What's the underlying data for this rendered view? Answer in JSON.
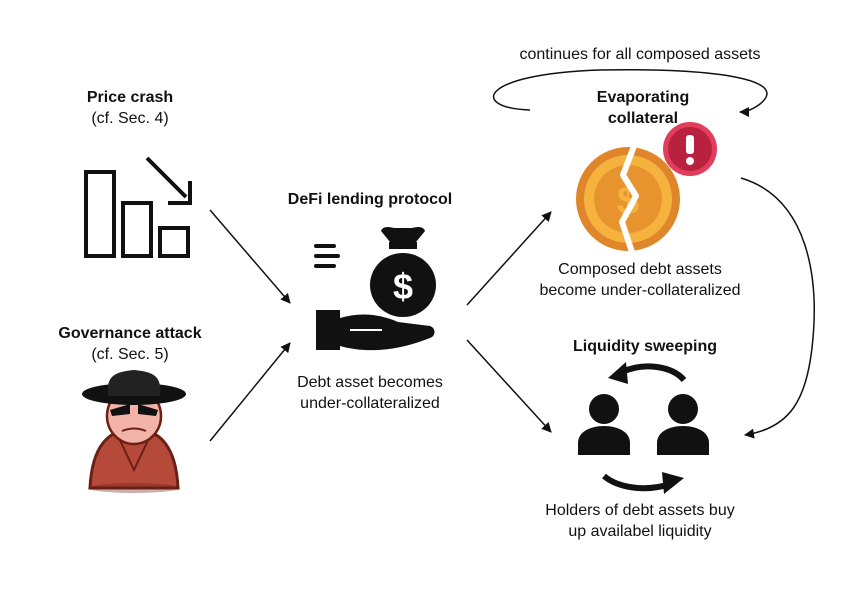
{
  "loop_note": "continues for all composed assets",
  "price_crash": {
    "title": "Price crash",
    "ref": "(cf. Sec. 4)"
  },
  "governance_attack": {
    "title": "Governance attack",
    "ref": "(cf. Sec. 5)"
  },
  "protocol": {
    "title": "DeFi lending protocol",
    "caption_line1": "Debt asset becomes",
    "caption_line2": "under-collateralized"
  },
  "evaporating": {
    "title_line1": "Evaporating",
    "title_line2": "collateral",
    "caption_line1": "Composed debt assets",
    "caption_line2": "become under-collateralized"
  },
  "sweeping": {
    "title": "Liquidity sweeping",
    "caption_line1": "Holders of debt assets buy",
    "caption_line2": "up availabel liquidity"
  },
  "icons": {
    "price_crash": "bar-chart-down-icon",
    "governance_attack": "spy-hacker-icon",
    "protocol": "money-bag-hand-icon",
    "evaporating": "broken-coin-alert-icon",
    "sweeping": "people-exchange-icon"
  },
  "colors": {
    "coin": "#f2a332",
    "coin_dark": "#e0862a",
    "alert": "#e23d5c",
    "hacker": "#b64a3a"
  }
}
